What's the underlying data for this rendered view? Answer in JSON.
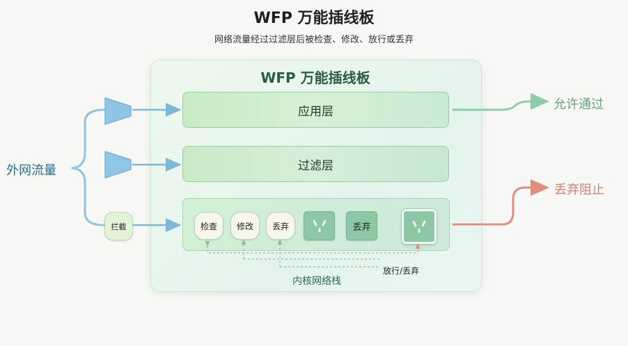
{
  "header": {
    "title": "WFP 万能插线板",
    "subtitle": "网络流量经过过滤层后被检查、修改、放行或丢弃"
  },
  "panel": {
    "title": "WFP 万能插线板",
    "layers": {
      "app": "应用层",
      "filter": "过滤层"
    },
    "kernel": {
      "plugins": [
        "检查",
        "修改",
        "丢弃"
      ],
      "drop_tile": "丢弃",
      "label": "内核网络栈",
      "release_label": "放行/丢弃"
    }
  },
  "left": {
    "traffic_label": "外网流量",
    "intercept_label": "拦截"
  },
  "right": {
    "allow_label": "允许通过",
    "drop_label": "丢弃阻止"
  },
  "colors": {
    "inbound": "#7db8d6",
    "allow": "#8fcca8",
    "drop": "#e28e7c",
    "panel": "#e6f5ec"
  }
}
